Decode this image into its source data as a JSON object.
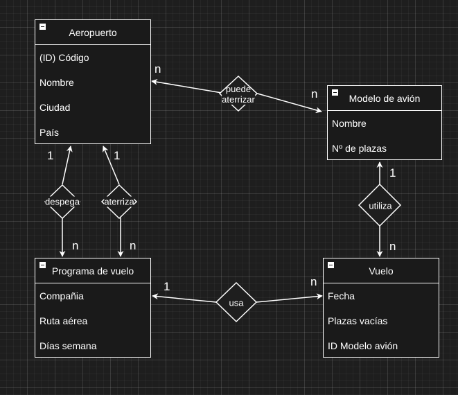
{
  "entities": {
    "aeropuerto": {
      "title": "Aeropuerto",
      "attributes": [
        "(ID) Código",
        "Nombre",
        "Ciudad",
        "País"
      ]
    },
    "modelo": {
      "title": "Modelo de avión",
      "attributes": [
        "Nombre",
        "Nº de plazas"
      ]
    },
    "programa": {
      "title": "Programa de vuelo",
      "attributes": [
        "Compañia",
        "Ruta aérea",
        "Días semana"
      ]
    },
    "vuelo": {
      "title": "Vuelo",
      "attributes": [
        "Fecha",
        "Plazas vacías",
        "ID Modelo avión"
      ]
    }
  },
  "relationships": {
    "puede_aterrizar": {
      "line1": "puede",
      "line2": "aterrizar"
    },
    "despega": {
      "label": "despega"
    },
    "aterriza": {
      "label": "aterriza"
    },
    "utiliza": {
      "label": "utiliza"
    },
    "usa": {
      "label": "usa"
    }
  },
  "cardinalities": {
    "puede_aterrizar_aeropuerto": "n",
    "puede_aterrizar_modelo": "n",
    "despega_aeropuerto": "1",
    "despega_programa": "n",
    "aterriza_aeropuerto": "1",
    "aterriza_programa": "n",
    "utiliza_modelo": "1",
    "utiliza_vuelo": "n",
    "usa_programa": "1",
    "usa_vuelo": "n"
  },
  "colors": {
    "background": "#1e1e1e",
    "stroke": "#ffffff",
    "entity_fill": "#1a1a1a"
  }
}
